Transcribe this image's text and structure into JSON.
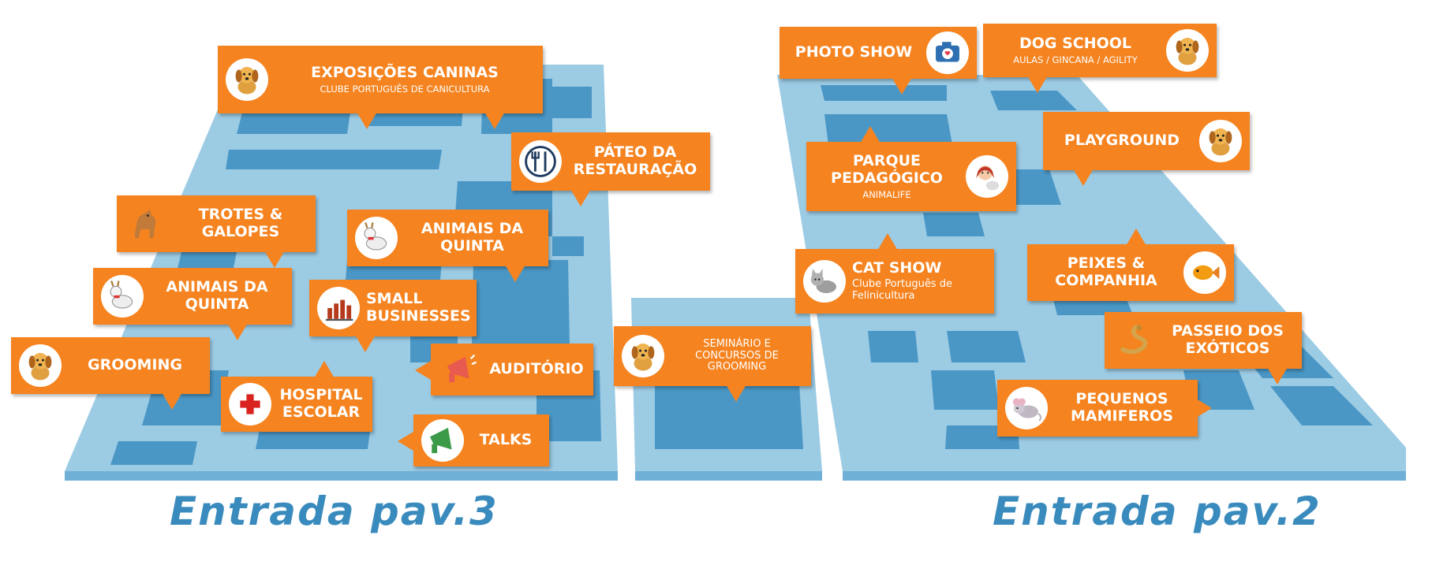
{
  "colors": {
    "accent": "#f5831f",
    "floor_dark": "#4a97c6",
    "floor_light": "#9ccbe4",
    "entrance_text": "#3a8bbd"
  },
  "entrances": {
    "pav3": "Entrada pav.3",
    "pav2": "Entrada pav.2"
  },
  "labels": {
    "exposicoes": {
      "title": "EXPOSIÇÕES CANINAS",
      "subtitle": "CLUBE PORTUGUÊS DE CANICULTURA",
      "icon": "dog-icon"
    },
    "pateo": {
      "title": "PÁTEO DA\nRESTAURAÇÃO",
      "icon": "cutlery-icon"
    },
    "trotes": {
      "title": "TROTES &\nGALOPES",
      "icon": "horse-icon"
    },
    "animais1": {
      "title": "ANIMAIS DA\nQUINTA",
      "icon": "goat-icon"
    },
    "animais2": {
      "title": "ANIMAIS DA\nQUINTA",
      "icon": "goat-icon"
    },
    "small": {
      "title": "SMALL\nBUSINESSES",
      "icon": "bar-chart-icon"
    },
    "grooming": {
      "title": "GROOMING",
      "icon": "dog-icon"
    },
    "hospital": {
      "title": "HOSPITAL\nESCOLAR",
      "icon": "red-cross-icon"
    },
    "auditorio": {
      "title": "AUDITÓRIO",
      "icon": "megaphone-icon"
    },
    "talks": {
      "title": "TALKS",
      "icon": "megaphone-icon"
    },
    "seminario": {
      "title": "SEMINÁRIO E\nCONCURSOS DE\nGROOMING",
      "icon": "dog-icon"
    },
    "photo": {
      "title": "PHOTO SHOW",
      "icon": "camera-icon"
    },
    "dogschool": {
      "title": "DOG SCHOOL",
      "subtitle": "AULAS / GINCANA / AGILITY",
      "icon": "dog-icon"
    },
    "playground": {
      "title": "PLAYGROUND",
      "icon": "dog-icon"
    },
    "parque": {
      "title": "PARQUE\nPEDAGÓGICO",
      "subtitle": "ANIMALIFE",
      "icon": "girl-with-cat-icon"
    },
    "catshow": {
      "title": "CAT SHOW",
      "subtitle": "Clube Português de\nFelinicultura",
      "icon": "cat-icon"
    },
    "peixes": {
      "title": "PEIXES &\nCOMPANHIA",
      "icon": "fish-icon"
    },
    "passeio": {
      "title": "PASSEIO DOS\nEXÓTICOS",
      "icon": "snake-icon"
    },
    "pequenos": {
      "title": "PEQUENOS\nMAMIFEROS",
      "icon": "mouse-icon"
    }
  }
}
